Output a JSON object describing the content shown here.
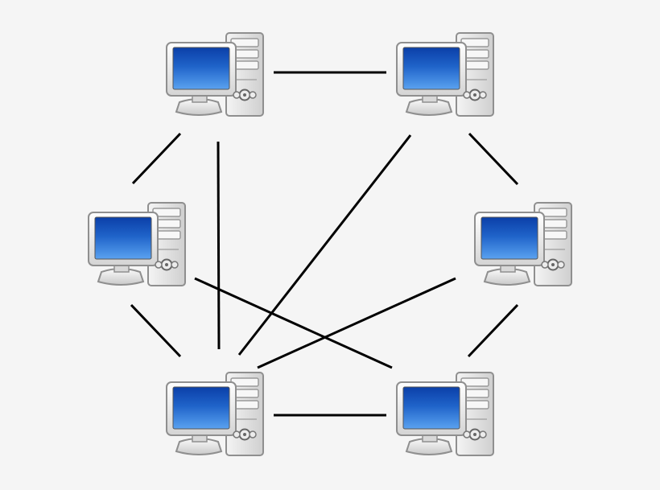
{
  "diagram": {
    "type": "network-topology",
    "topology": "partial-mesh",
    "node_count": 6,
    "nodes": [
      {
        "id": "pc-top-left",
        "icon": "desktop-computer-icon"
      },
      {
        "id": "pc-top-right",
        "icon": "desktop-computer-icon"
      },
      {
        "id": "pc-middle-left",
        "icon": "desktop-computer-icon"
      },
      {
        "id": "pc-middle-right",
        "icon": "desktop-computer-icon"
      },
      {
        "id": "pc-bottom-left",
        "icon": "desktop-computer-icon"
      },
      {
        "id": "pc-bottom-right",
        "icon": "desktop-computer-icon"
      }
    ],
    "links": [
      {
        "from": "pc-top-left",
        "to": "pc-top-right"
      },
      {
        "from": "pc-top-left",
        "to": "pc-middle-left"
      },
      {
        "from": "pc-top-left",
        "to": "pc-bottom-left"
      },
      {
        "from": "pc-top-right",
        "to": "pc-middle-right"
      },
      {
        "from": "pc-top-right",
        "to": "pc-bottom-left"
      },
      {
        "from": "pc-middle-left",
        "to": "pc-bottom-left"
      },
      {
        "from": "pc-middle-left",
        "to": "pc-bottom-right"
      },
      {
        "from": "pc-middle-right",
        "to": "pc-bottom-left"
      },
      {
        "from": "pc-middle-right",
        "to": "pc-bottom-right"
      },
      {
        "from": "pc-bottom-left",
        "to": "pc-bottom-right"
      }
    ],
    "colors": {
      "background": "#f5f5f5",
      "link": "#000000",
      "screen": "#1f63c9",
      "screen_highlight": "#5aa2f0",
      "case": "#e2e2e2",
      "case_border": "#8f8f8f"
    }
  }
}
